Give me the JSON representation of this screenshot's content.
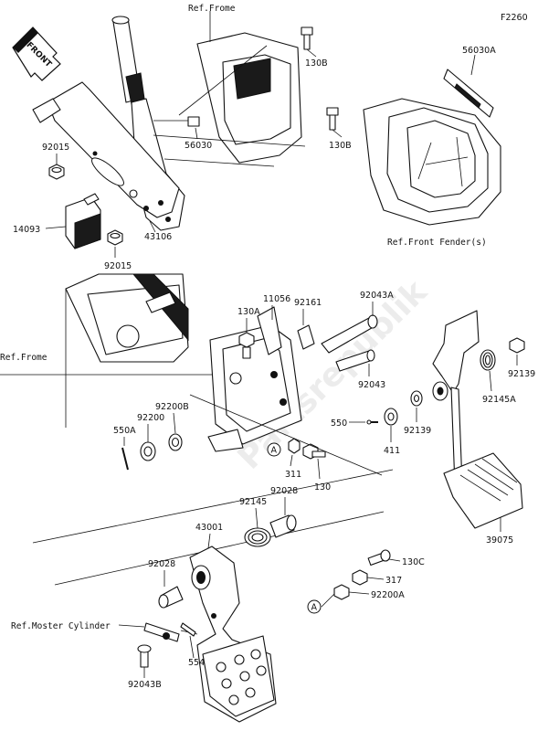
{
  "figure_code": "F2260",
  "front_badge": "FRONT",
  "watermark": "Partsrepublik",
  "refs": {
    "frame_top": "Ref.Frome",
    "frame_left": "Ref.Frome",
    "front_fender": "Ref.Front Fender(s)",
    "master_cylinder": "Ref.Moster Cylinder"
  },
  "callout_marker": "A",
  "part_numbers": {
    "p130B_a": "130B",
    "p130B_b": "130B",
    "p56030A": "56030A",
    "p56030": "56030",
    "p92015_a": "92015",
    "p92015_b": "92015",
    "p14093": "14093",
    "p43106": "43106",
    "p130A": "130A",
    "p11056": "11056",
    "p92161": "92161",
    "p92043A": "92043A",
    "p92043": "92043",
    "p92139_a": "92139",
    "p92139_b": "92139",
    "p92145A": "92145A",
    "p92200B": "92200B",
    "p92200": "92200",
    "p550A": "550A",
    "p550": "550",
    "p411": "411",
    "p311": "311",
    "p130": "130",
    "p92145": "92145",
    "p92028_a": "92028",
    "p92028_b": "92028",
    "p43001": "43001",
    "p39075": "39075",
    "p130C": "130C",
    "p317": "317",
    "p92200A": "92200A",
    "p554": "554",
    "p92043B": "92043B"
  }
}
